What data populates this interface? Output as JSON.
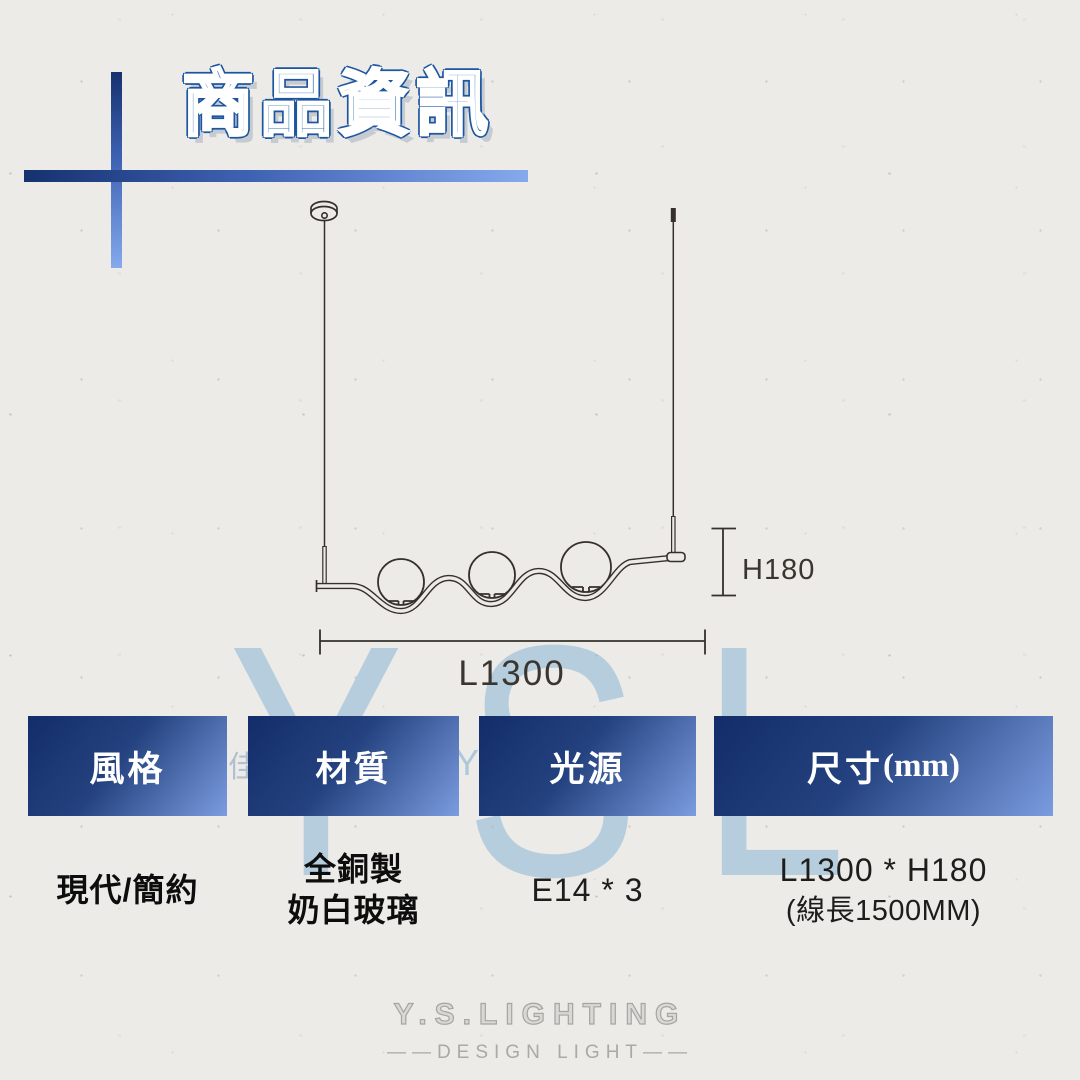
{
  "header": {
    "title": "商品資訊"
  },
  "diagram": {
    "height_label": "H180",
    "length_label": "L1300"
  },
  "spec_table": {
    "columns": [
      {
        "header": "風格",
        "value_lines": [
          "現代/簡約"
        ]
      },
      {
        "header": "材質",
        "value_lines": [
          "全銅製",
          "奶白玻璃"
        ]
      },
      {
        "header": "光源",
        "value_lines": [
          "E14 * 3"
        ]
      },
      {
        "header": "尺寸",
        "header_suffix": "(mm)",
        "value_lines": [
          "L1300 * H180",
          "(線長1500MM)"
        ]
      }
    ]
  },
  "watermark": {
    "big": "YSL",
    "small_y": "Y",
    "small_char": "佳"
  },
  "footer": {
    "brand": "Y.S.LIGHTING",
    "tagline": "——DESIGN LIGHT——"
  },
  "colors": {
    "paper": "#ecebe8",
    "accent_dark": "#16316f",
    "accent_light": "#85a9ec",
    "title_blue": "#1b63ae",
    "box_grad_a": "#132c6a",
    "box_grad_c": "#7b9ce0",
    "wm_blue": "#8fb8d6",
    "line": "#35302b"
  }
}
